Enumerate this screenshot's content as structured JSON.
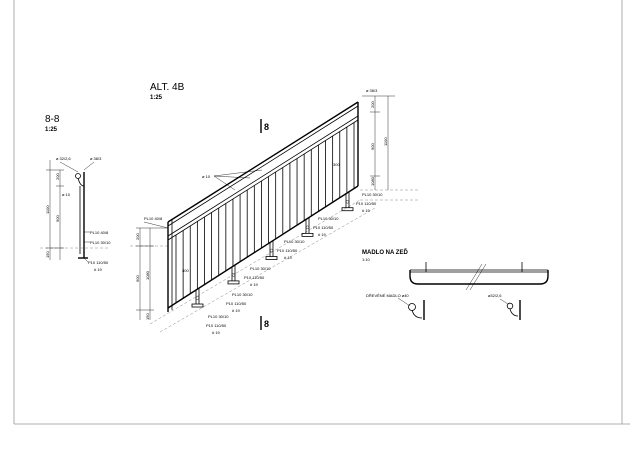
{
  "views": {
    "alt": {
      "title": "ALT. 4B",
      "scale": "1:25"
    },
    "section": {
      "title": "8-8",
      "scale": "1:25"
    },
    "handrail": {
      "title": "MADLO NA ZEĎ",
      "scale": "1:10"
    }
  },
  "section_marks": {
    "top": "8",
    "bottom": "8"
  },
  "labels": {
    "tube_38": "⌀ 38/3",
    "tube_32_a": "⌀ 32/2,6",
    "tube_32_b": "⌀32/2,6",
    "bar_10_a": "⌀ 10",
    "bar_10_b": "⌀ 10",
    "pl_40_8_a": "PL10 40/8",
    "pl_40_8_b": "PL10 40/8",
    "pl_30_10_a": "PL10 30/10",
    "pl_30_10_b": "PL10 30/10",
    "pl_30_10_c": "PL10 30/10",
    "pl_30_10_d": "PL10 30/10",
    "pl_30_10_e": "PL10 30/10",
    "pl_30_10_f": "PL10 30/10",
    "pl_30_10_g": "PL10 30/10",
    "pl_110_50_a": "P10 110/50",
    "pl_110_50_b": "P10 110/50",
    "pl_110_50_c": "P10 110/50",
    "pl_110_50_d": "P10 110/50",
    "pl_110_50_e": "P10 110/50",
    "pl_110_50_f": "P10 110/50",
    "bolt_a": "# 19",
    "bolt_b": "# 19",
    "bolt_c": "# 19",
    "bolt_d": "# 19",
    "bolt_e": "# 19",
    "bolt_f": "# 19",
    "wood_rail": "DŘEVĚNÉ MADLO ⌀40"
  },
  "dimensions": {
    "sec_200": "200",
    "sec_900": "900",
    "sec_1100": "1100",
    "sec_150": "150",
    "left_200": "200",
    "left_900": "900",
    "left_1080": "1080",
    "left_150": "150",
    "right_200": "200",
    "right_900": "900",
    "right_1080": "1080",
    "right_1100": "1100",
    "bar_300_a": "300",
    "bar_300_b": "300"
  }
}
